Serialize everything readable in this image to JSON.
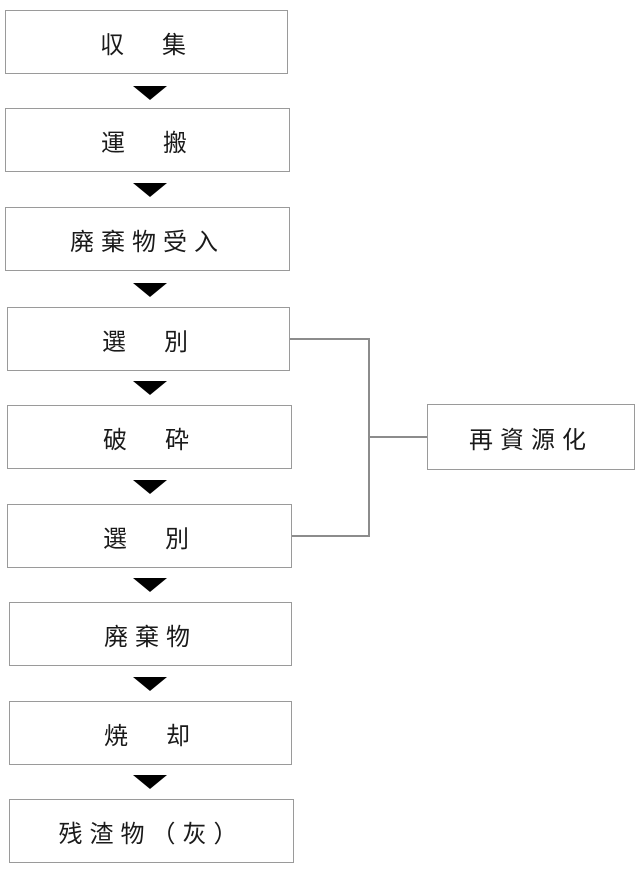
{
  "flow": {
    "steps": [
      "収　集",
      "運　搬",
      "廃棄物受入",
      "選　別",
      "破　砕",
      "選　別",
      "廃棄物",
      "焼　却",
      "残渣物（灰）"
    ],
    "branch": "再資源化"
  }
}
